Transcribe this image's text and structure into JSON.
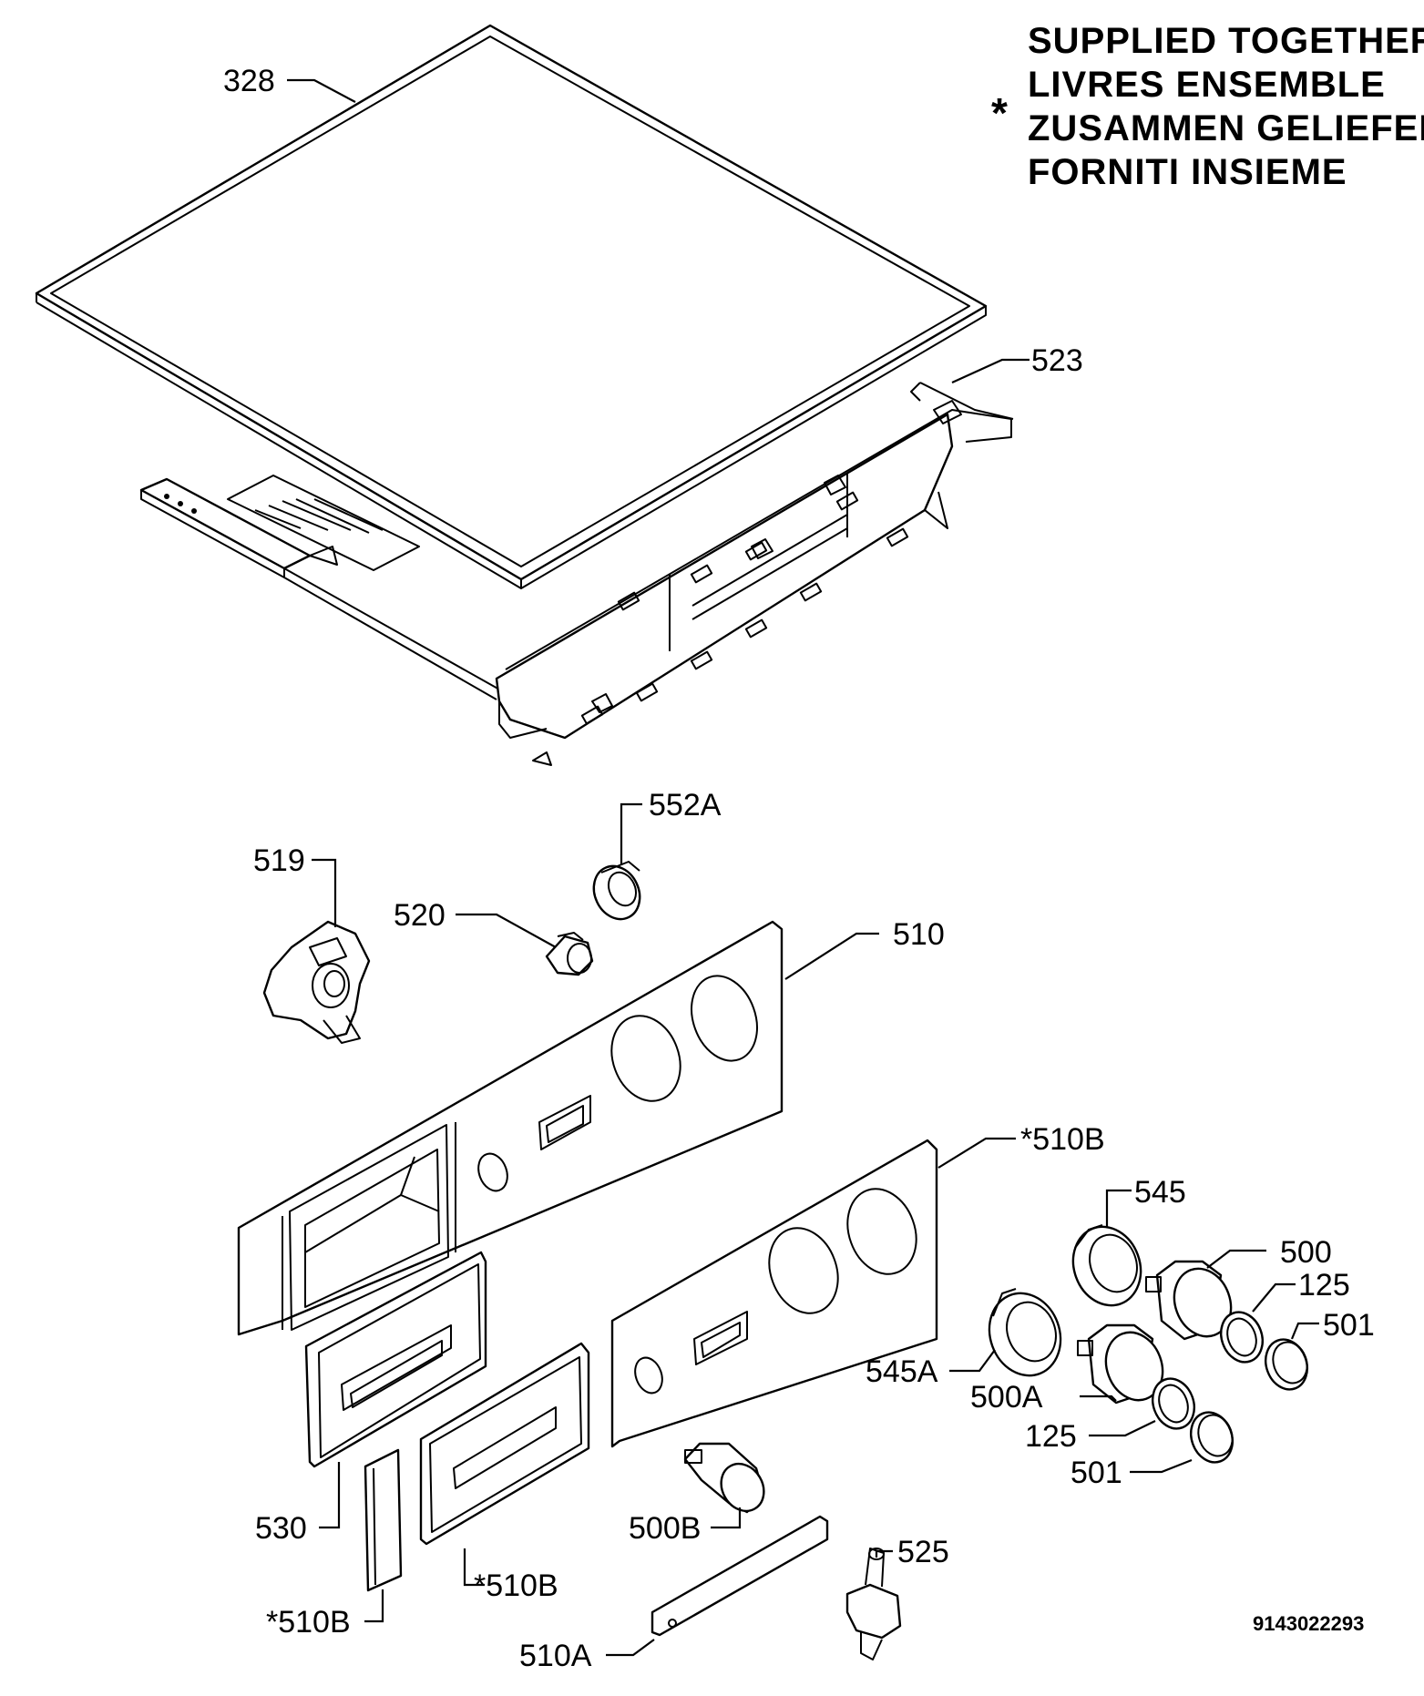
{
  "note": {
    "lines": [
      "SUPPLIED TOGETHER",
      "LIVRES ENSEMBLE",
      "ZUSAMMEN GELIEFERT",
      "FORNITI INSIEME"
    ],
    "asterisk": "*"
  },
  "labels": {
    "p328": "328",
    "p523": "523",
    "p552A": "552A",
    "p519": "519",
    "p520": "520",
    "p510": "510",
    "p510B_a": "*510B",
    "p545": "545",
    "p500": "500",
    "p125_a": "125",
    "p501_a": "501",
    "p545A": "545A",
    "p500A": "500A",
    "p125_b": "125",
    "p501_b": "501",
    "p530": "530",
    "p500B": "500B",
    "p525": "525",
    "p510B_b": "*510B",
    "p510B_c": "*510B",
    "p510A": "510A"
  },
  "drawing_code": "9143022293"
}
